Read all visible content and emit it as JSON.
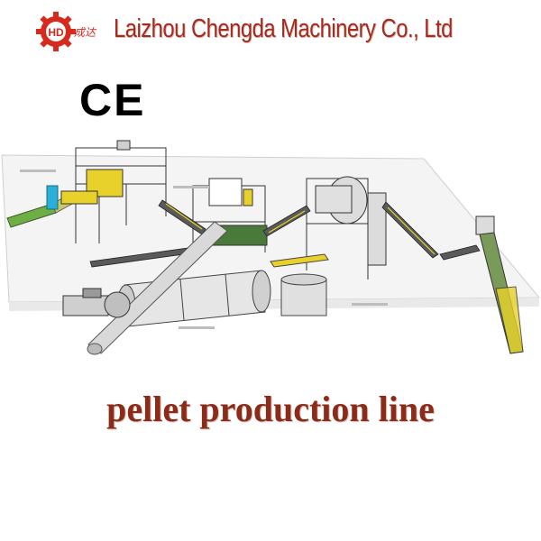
{
  "header": {
    "logo_icon": "gear-logo-icon",
    "logo_text": "HD",
    "logo_chinese": "成达",
    "company_name": "Laizhou Chengda Machinery Co., Ltd"
  },
  "certification": {
    "mark": "CE"
  },
  "illustration": {
    "icon": "pellet-production-line-drawing"
  },
  "caption": {
    "text": "pellet production line"
  },
  "colors": {
    "brand_red": "#a52a1f",
    "caption_red": "#8b2c1a",
    "logo_red": "#d62a1e",
    "machine_green": "#4a7a3a",
    "machine_yellow": "#e8d12a"
  }
}
